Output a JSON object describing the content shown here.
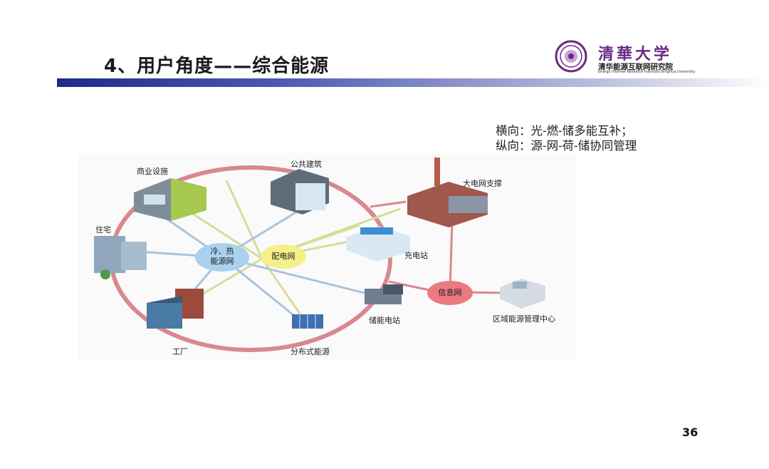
{
  "slide": {
    "title": "4、用户角度——综合能源",
    "page_number": "36"
  },
  "logo": {
    "university": "清華大学",
    "institute": "清华能源互联网研究院",
    "english": "Energy Internet Research Institute,Tsinghua University"
  },
  "notes": {
    "line1": "横向：光-燃-储多能互补；",
    "line2": "纵向：源-网-荷-储协同管理"
  },
  "diagram": {
    "hubs": {
      "cooling_heating_1": "冷、热",
      "cooling_heating_2": "能源网",
      "distribution": "配电网",
      "information": "信息网"
    },
    "labels": {
      "commercial": "商业设施",
      "public": "公共建筑",
      "grid_support": "大电网支撑",
      "residential": "住宅",
      "charging": "充电站",
      "storage": "储能电站",
      "factory": "工厂",
      "distributed": "分布式能源",
      "control_center": "区域能源管理中心"
    },
    "colors": {
      "ring": "#d9888f",
      "spoke": "#d7dc9a",
      "pipe": "#a9c4dd",
      "hub_blue": "#a8d2ee",
      "hub_yellow": "#f5f089",
      "hub_red": "#ea7a80"
    }
  }
}
